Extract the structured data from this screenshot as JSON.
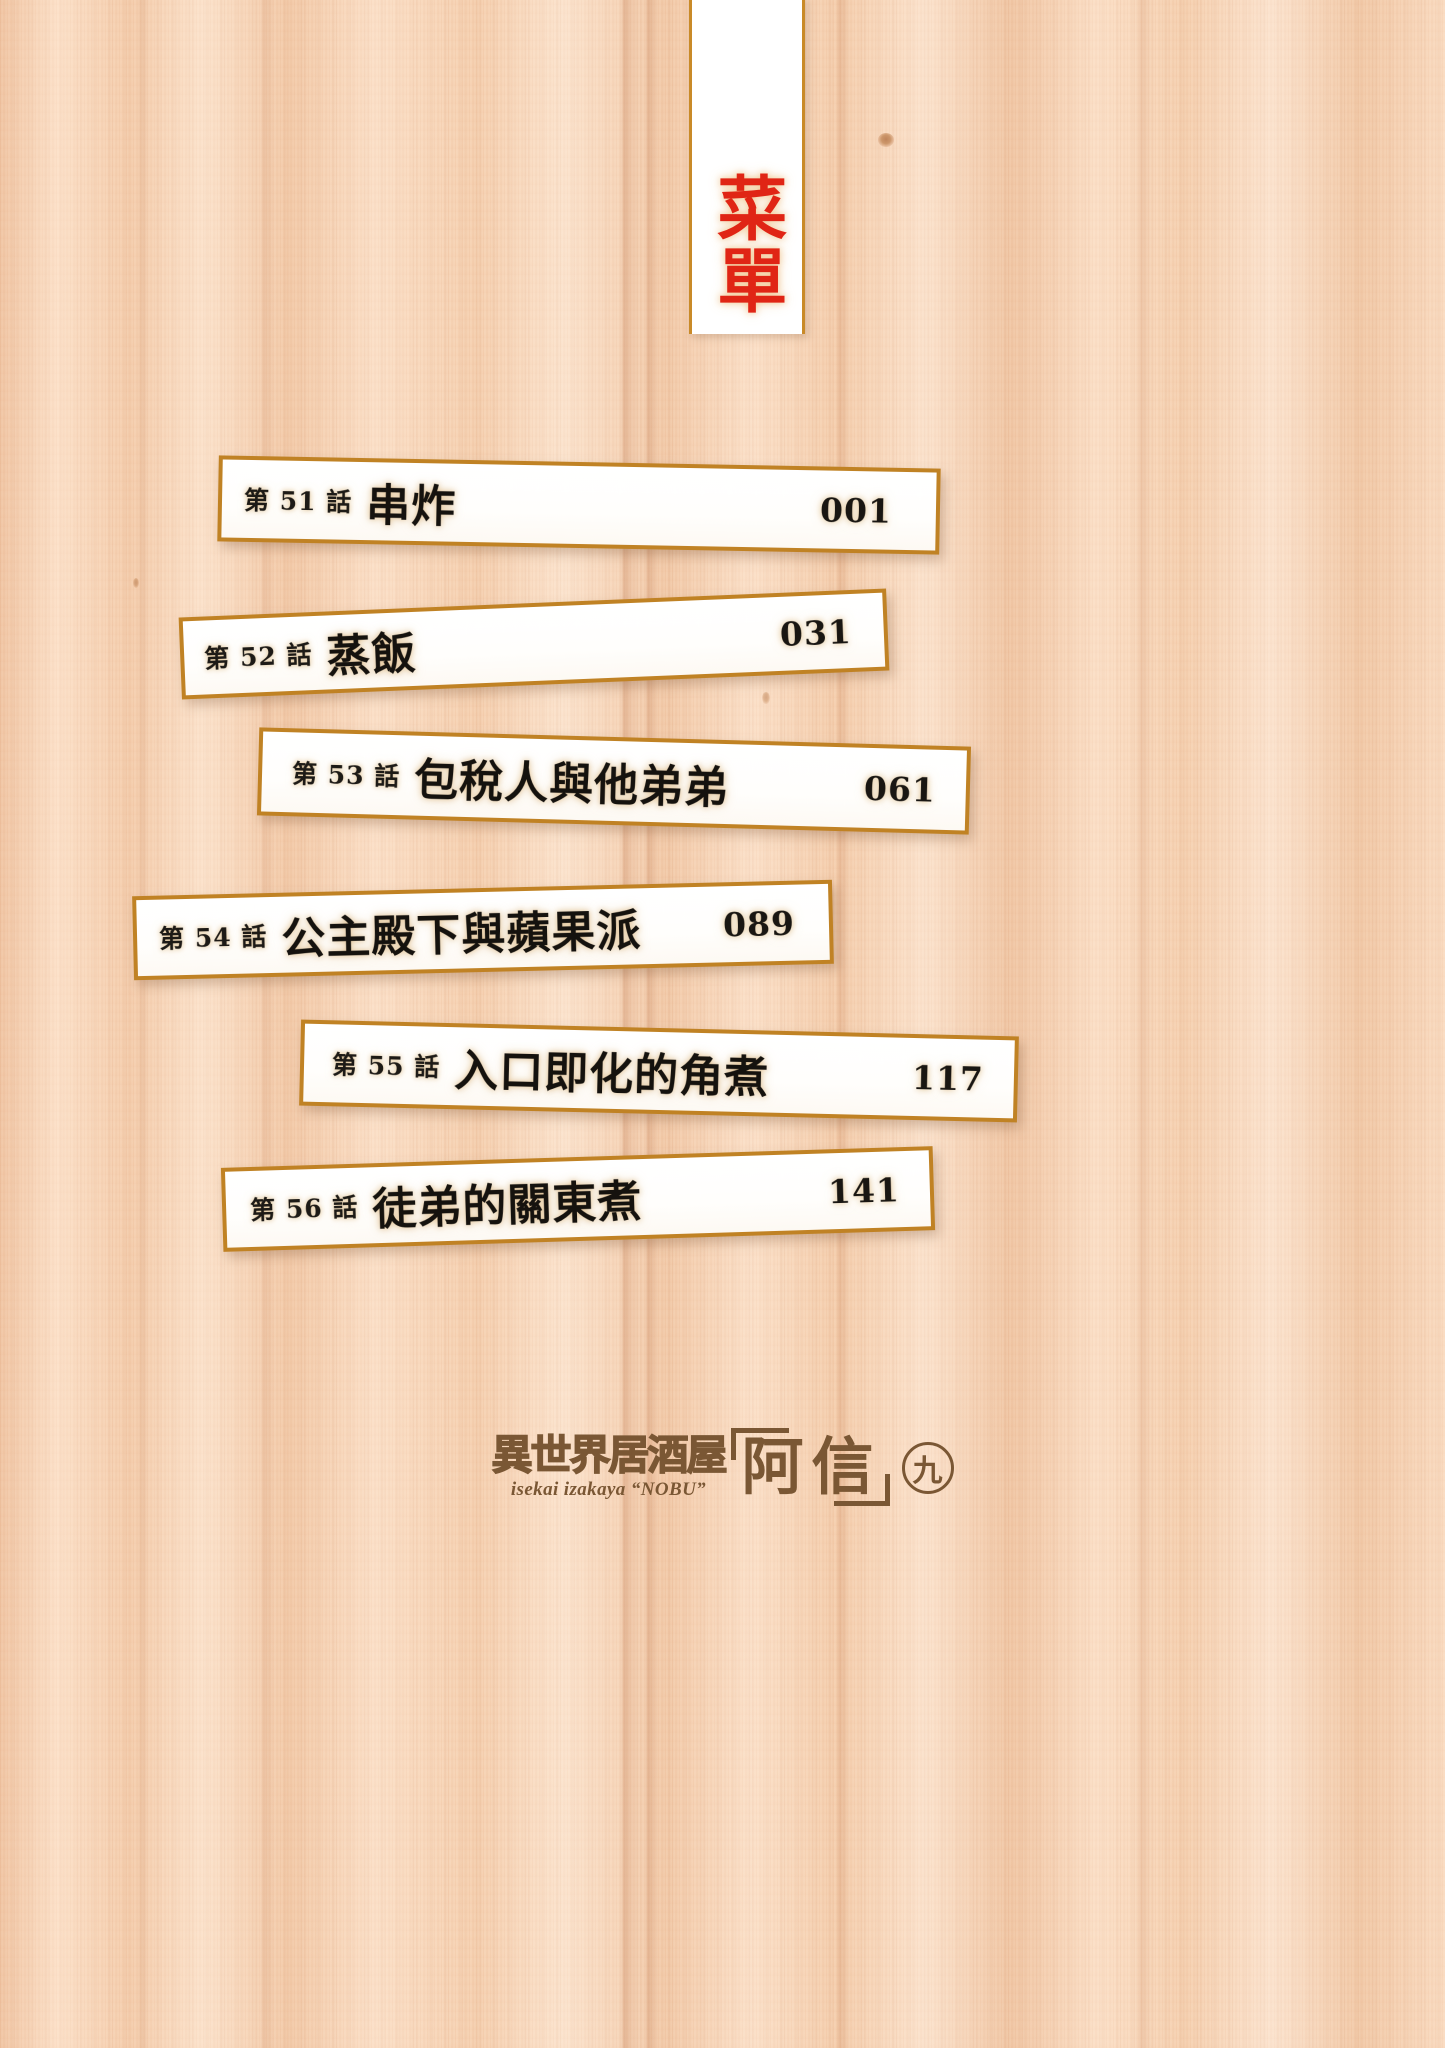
{
  "page": {
    "background": "wood-grain",
    "background_color": "#f8d5b6",
    "accent_gold": "#c08224",
    "accent_red": "#e02515",
    "logo_brown": "#7a5734"
  },
  "title_banner": {
    "text": "菜單",
    "color": "#e02515"
  },
  "contents": {
    "rows": [
      {
        "chapter_label": "第 51 話",
        "title": "串炸",
        "page": "001"
      },
      {
        "chapter_label": "第 52 話",
        "title": "蒸飯",
        "page": "031"
      },
      {
        "chapter_label": "第 53 話",
        "title": "包稅人與他弟弟",
        "page": "061"
      },
      {
        "chapter_label": "第 54 話",
        "title": "公主殿下與蘋果派",
        "page": "089"
      },
      {
        "chapter_label": "第 55 話",
        "title": "入口即化的角煮",
        "page": "117"
      },
      {
        "chapter_label": "第 56 話",
        "title": "徒弟的關東煮",
        "page": "141"
      }
    ]
  },
  "logo": {
    "japanese": "異世界居酒屋",
    "romaji": "isekai izakaya “NOBU”",
    "brand": "阿信",
    "volume": "九"
  }
}
